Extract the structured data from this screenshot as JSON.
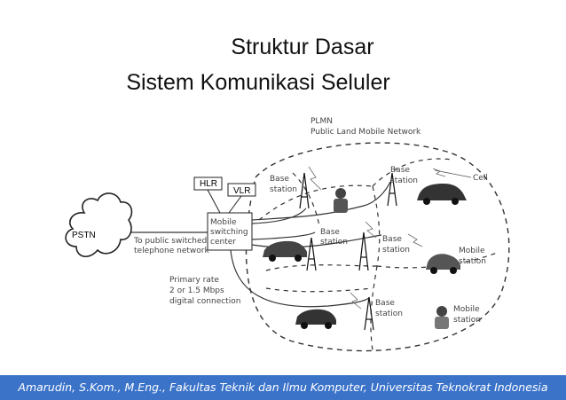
{
  "title_line1": "Struktur Dasar",
  "title_line2": "Sistem Komunikasi Seluler",
  "footer_text": "Amarudin, S.Kom., M.Eng., Fakultas Teknik dan Ilmu Komputer, Universitas Teknokrat Indonesia",
  "colors": {
    "footer_bg": "#3b73c9",
    "footer_text": "#ffffff"
  },
  "diagram": {
    "plmn_line1": "PLMN",
    "plmn_line2": "Public Land Mobile Network",
    "hlr": "HLR",
    "vlr": "VLR",
    "msc_line1": "Mobile",
    "msc_line2": "switching",
    "msc_line3": "center",
    "pstn": "PSTN",
    "pstn_link_line1": "To public switched",
    "pstn_link_line2": "telephone network",
    "primary_line1": "Primary rate",
    "primary_line2": "2 or 1.5 Mbps",
    "primary_line3": "digital connection",
    "base": "Base",
    "station": "station",
    "mobile": "Mobile",
    "cell": "Cell"
  }
}
